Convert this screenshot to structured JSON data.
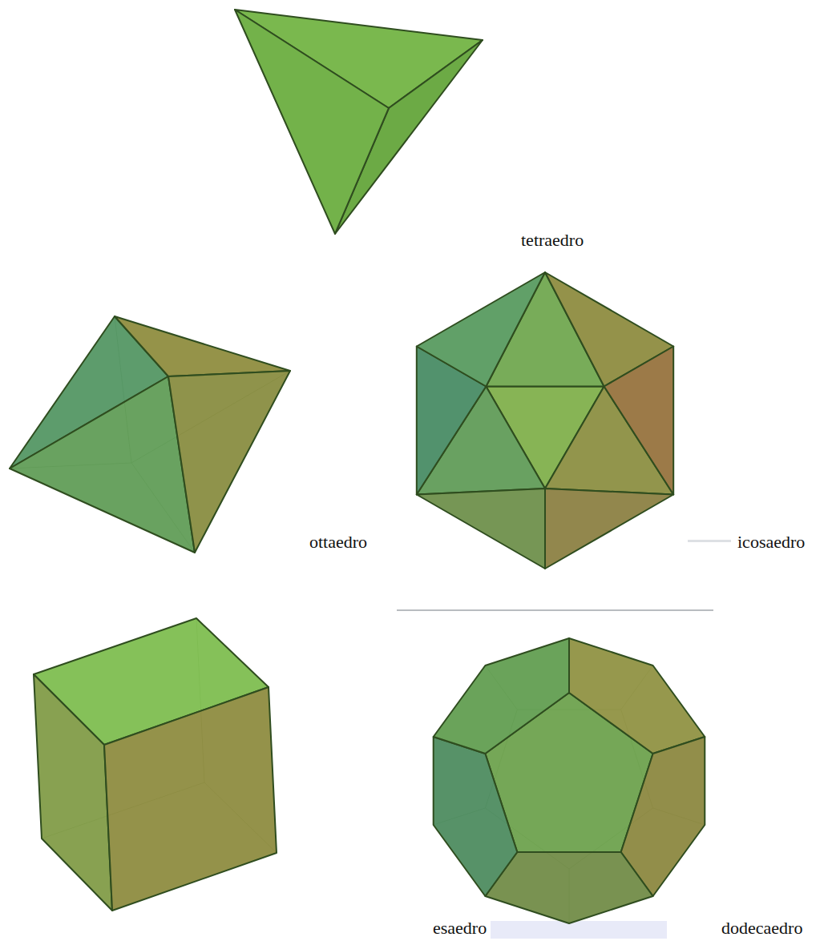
{
  "diagram": {
    "labels": [
      "tetraedro",
      "ottaedro",
      "icosaedro",
      "esaedro",
      "dodecaedro"
    ]
  }
}
